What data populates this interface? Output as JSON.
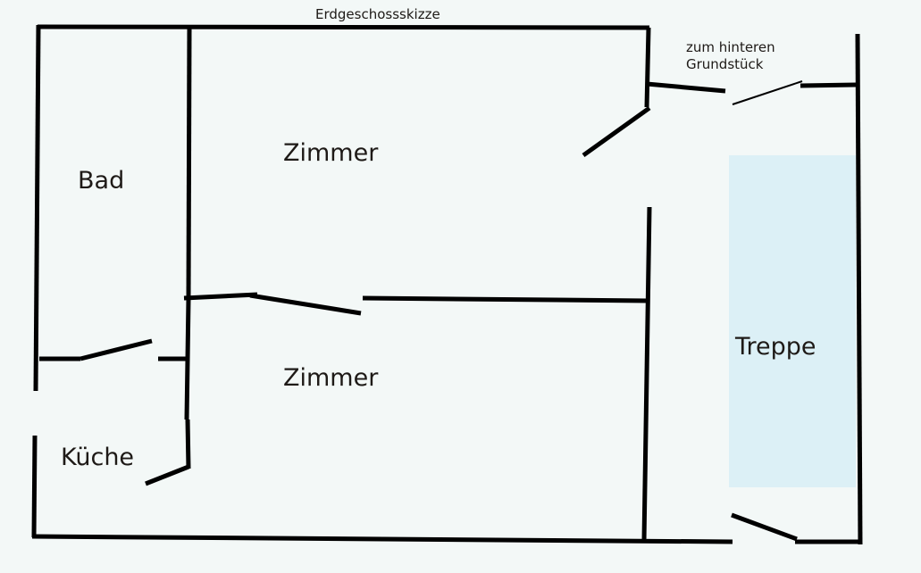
{
  "title": "Erdgeschossskizze",
  "rooms": {
    "bad": "Bad",
    "zimmer_top": "Zimmer",
    "zimmer_bottom": "Zimmer",
    "kueche": "Küche",
    "treppe": "Treppe"
  },
  "notes": {
    "line1": "zum hinteren",
    "line2": "Grundstück"
  },
  "colors": {
    "background": "#f3f8f7",
    "walls": "#000000",
    "stairs": "#dcf0f6"
  }
}
